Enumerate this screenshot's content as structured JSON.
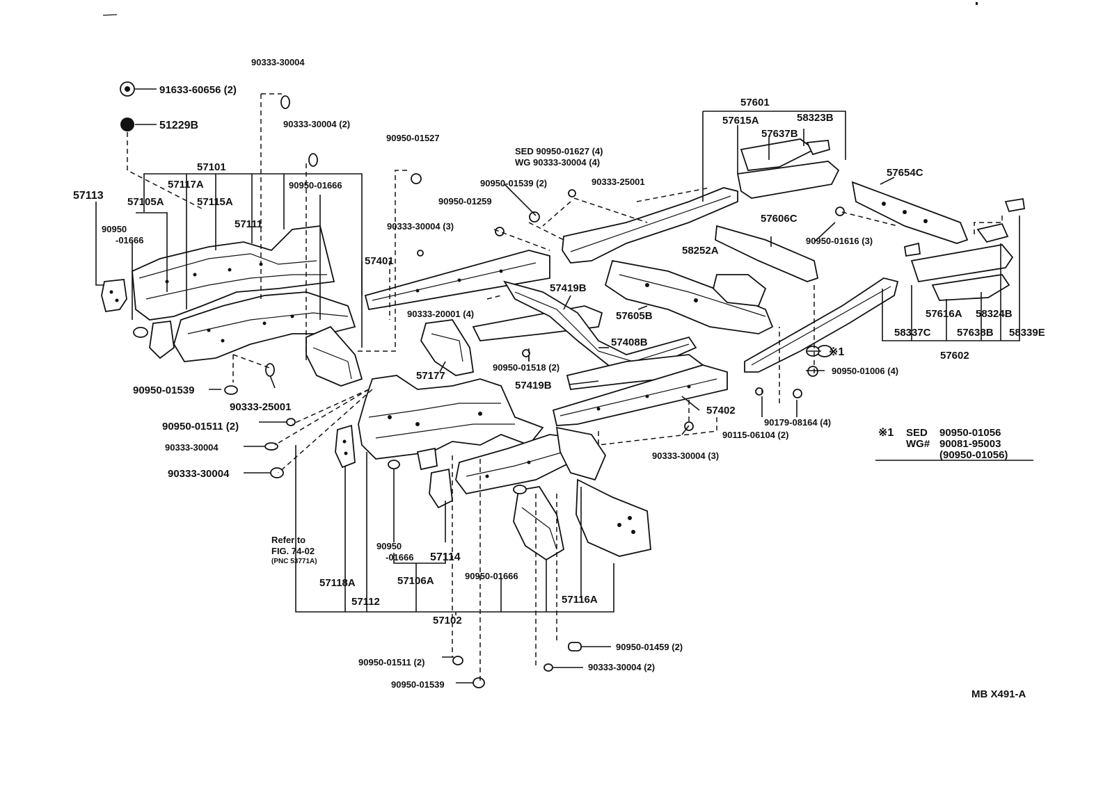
{
  "labels": {
    "p90333_30004_top": "90333-30004",
    "p91633_60656": "91633-60656 (2)",
    "p51229B": "51229B",
    "p90333_30004_2a": "90333-30004 (2)",
    "p90950_01527": "90950-01527",
    "p57101": "57101",
    "p57113": "57113",
    "p57117A": "57117A",
    "p57105A": "57105A",
    "p57115A": "57115A",
    "p90950_01666_a": "90950-01666",
    "p90950_a": "90950",
    "p01666_a": "-01666",
    "p57111": "57111",
    "sed_line": "SED 90950-01627 (4)",
    "wg_line": "WG  90333-30004 (4)",
    "p90950_01539_2": "90950-01539 (2)",
    "p90333_25001_top": "90333-25001",
    "p90950_01259": "90950-01259",
    "p90333_30004_3a": "90333-30004 (3)",
    "p57401": "57401",
    "p90333_20001": "90333-20001 (4)",
    "p57419B_a": "57419B",
    "p57601": "57601",
    "p57615A": "57615A",
    "p58323B": "58323B",
    "p57637B": "57637B",
    "p57654C": "57654C",
    "p57606C": "57606C",
    "p58252A": "58252A",
    "p90950_01616": "90950-01616 (3)",
    "p57605B": "57605B",
    "p57408B": "57408B",
    "p90950_01518": "90950-01518 (2)",
    "p57177": "57177",
    "p57419B_b": "57419B",
    "p57402": "57402",
    "p90179_08164": "90179-08164 (4)",
    "p90115_06104": "90115-06104 (2)",
    "p90333_30004_3b": "90333-30004 (3)",
    "mark1": "※1",
    "p90950_01006": "90950-01006 (4)",
    "p57616A": "57616A",
    "p58324B": "58324B",
    "p58337C": "58337C",
    "p57638B": "57638B",
    "p58339E": "58339E",
    "p57602": "57602",
    "note_mark": "※1",
    "note_sed": "SED",
    "note_sed_val": "90950-01056",
    "note_wg": "WG#",
    "note_wg_val": "90081-95003",
    "note_paren": "(90950-01056)",
    "p90950_01539_left": "90950-01539",
    "p90333_25001_low": "90333-25001",
    "p90950_01511_2a": "90950-01511 (2)",
    "p90333_30004_b": "90333-30004",
    "p90333_30004_c": "90333-30004",
    "refer1": "Refer to",
    "refer2": "FIG. 74-02",
    "refer3": "(PNC 53771A)",
    "p90950_b": "90950",
    "p01666_b": "-01666",
    "p57114": "57114",
    "p57118A": "57118A",
    "p57112": "57112",
    "p57106A": "57106A",
    "p90950_01666_b": "90950-01666",
    "p57116A": "57116A",
    "p57102": "57102",
    "p90950_01459": "90950-01459 (2)",
    "p90333_30004_2b": "90333-30004 (2)",
    "p90950_01511_2b": "90950-01511 (2)",
    "p90950_01539_bot": "90950-01539",
    "code": "MB X491-A"
  }
}
